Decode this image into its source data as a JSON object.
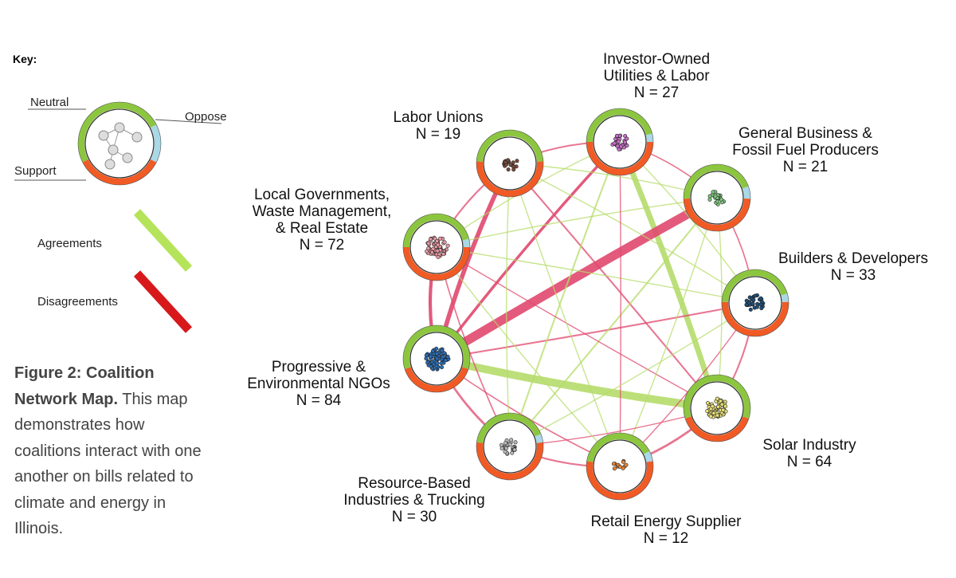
{
  "key": {
    "title": "Key:",
    "neutral": "Neutral",
    "oppose": "Oppose",
    "support": "Support",
    "agreements": "Agreements",
    "disagreements": "Disagreements"
  },
  "caption": {
    "bold": "Figure 2: Coalition Network Map.",
    "text": " This map demonstrates how coalitions interact with one another on bills related to climate and energy in Illinois."
  },
  "colors": {
    "support": "#8cc63f",
    "oppose": "#f15a24",
    "neutral": "#a9d8e6",
    "agreement": "#b5dc6a",
    "disagreement": "#e0486e",
    "key_agreement": "#b5e35a",
    "key_disagreement": "#d7191c"
  },
  "nodes": [
    {
      "id": "labor",
      "lines": [
        "Labor Unions",
        "N = 19"
      ],
      "support": 0.48,
      "neutral": 0.0,
      "oppose": 0.52,
      "dot_color": "#7a4a3a",
      "n": 19
    },
    {
      "id": "iou",
      "lines": [
        "Investor-Owned",
        "Utilities & Labor",
        "N = 27"
      ],
      "support": 0.46,
      "neutral": 0.04,
      "oppose": 0.5,
      "dot_color": "#c86ec8",
      "n": 27
    },
    {
      "id": "gb",
      "lines": [
        "General Business &",
        "Fossil Fuel Producers",
        "N = 21"
      ],
      "support": 0.45,
      "neutral": 0.06,
      "oppose": 0.49,
      "dot_color": "#7fc77f",
      "n": 21
    },
    {
      "id": "builders",
      "lines": [
        "Builders & Developers",
        "N = 33"
      ],
      "support": 0.45,
      "neutral": 0.04,
      "oppose": 0.51,
      "dot_color": "#1f4e79",
      "n": 33
    },
    {
      "id": "solar",
      "lines": [
        "Solar Industry",
        "N = 64"
      ],
      "support": 0.6,
      "neutral": 0.0,
      "oppose": 0.4,
      "dot_color": "#e8e07a",
      "n": 64
    },
    {
      "id": "retail",
      "lines": [
        "Retail Energy Supplier",
        "N = 12"
      ],
      "support": 0.4,
      "neutral": 0.05,
      "oppose": 0.55,
      "dot_color": "#e8873a",
      "n": 12
    },
    {
      "id": "resource",
      "lines": [
        "Resource-Based",
        "Industries & Trucking",
        "N = 30"
      ],
      "support": 0.42,
      "neutral": 0.04,
      "oppose": 0.54,
      "dot_color": "#bbbbbb",
      "n": 30
    },
    {
      "id": "ngo",
      "lines": [
        "Progressive &",
        "Environmental NGOs",
        "N = 84"
      ],
      "support": 0.6,
      "neutral": 0.0,
      "oppose": 0.4,
      "dot_color": "#2a6db5",
      "n": 84
    },
    {
      "id": "local",
      "lines": [
        "Local Governments,",
        "Waste Management,",
        "& Real Estate",
        "N = 72"
      ],
      "support": 0.46,
      "neutral": 0.04,
      "oppose": 0.5,
      "dot_color": "#e79aa3",
      "n": 72
    }
  ],
  "edges": [
    {
      "from": "ngo",
      "to": "solar",
      "kind": "agreement",
      "weight": 7
    },
    {
      "from": "iou",
      "to": "solar",
      "kind": "agreement",
      "weight": 5
    },
    {
      "from": "ngo",
      "to": "gb",
      "kind": "disagreement",
      "weight": 8
    },
    {
      "from": "ngo",
      "to": "labor",
      "kind": "disagreement",
      "weight": 4
    },
    {
      "from": "ngo",
      "to": "iou",
      "kind": "disagreement",
      "weight": 2.5
    },
    {
      "from": "ngo",
      "to": "local",
      "kind": "disagreement",
      "weight": 3
    },
    {
      "from": "ngo",
      "to": "resource",
      "kind": "disagreement",
      "weight": 2
    },
    {
      "from": "ngo",
      "to": "builders",
      "kind": "disagreement",
      "weight": 1.5
    },
    {
      "from": "ngo",
      "to": "retail",
      "kind": "disagreement",
      "weight": 1.2
    },
    {
      "from": "labor",
      "to": "solar",
      "kind": "disagreement",
      "weight": 1.5
    },
    {
      "from": "iou",
      "to": "resource",
      "kind": "agreement",
      "weight": 1.5
    },
    {
      "from": "gb",
      "to": "resource",
      "kind": "agreement",
      "weight": 1.5
    },
    {
      "from": "labor",
      "to": "builders",
      "kind": "agreement",
      "weight": 1
    },
    {
      "from": "local",
      "to": "gb",
      "kind": "agreement",
      "weight": 1
    },
    {
      "from": "local",
      "to": "iou",
      "kind": "agreement",
      "weight": 1
    },
    {
      "from": "builders",
      "to": "retail",
      "kind": "disagreement",
      "weight": 1
    },
    {
      "from": "solar",
      "to": "local",
      "kind": "disagreement",
      "weight": 1
    },
    {
      "from": "builders",
      "to": "local",
      "kind": "agreement",
      "weight": 1
    },
    {
      "from": "iou",
      "to": "retail",
      "kind": "disagreement",
      "weight": 1
    },
    {
      "from": "labor",
      "to": "retail",
      "kind": "agreement",
      "weight": 1
    },
    {
      "from": "gb",
      "to": "retail",
      "kind": "agreement",
      "weight": 1
    },
    {
      "from": "resource",
      "to": "solar",
      "kind": "disagreement",
      "weight": 1
    },
    {
      "from": "local",
      "to": "labor",
      "kind": "disagreement",
      "weight": 1.5
    },
    {
      "from": "labor",
      "to": "iou",
      "kind": "disagreement",
      "weight": 1.5
    },
    {
      "from": "iou",
      "to": "gb",
      "kind": "disagreement",
      "weight": 1.2
    },
    {
      "from": "gb",
      "to": "builders",
      "kind": "disagreement",
      "weight": 1.2
    },
    {
      "from": "builders",
      "to": "solar",
      "kind": "disagreement",
      "weight": 1.5
    },
    {
      "from": "solar",
      "to": "retail",
      "kind": "disagreement",
      "weight": 2
    },
    {
      "from": "retail",
      "to": "resource",
      "kind": "disagreement",
      "weight": 1.5
    },
    {
      "from": "resource",
      "to": "local",
      "kind": "disagreement",
      "weight": 1.2
    },
    {
      "from": "labor",
      "to": "gb",
      "kind": "agreement",
      "weight": 1
    },
    {
      "from": "local",
      "to": "retail",
      "kind": "agreement",
      "weight": 1
    },
    {
      "from": "resource",
      "to": "builders",
      "kind": "agreement",
      "weight": 1
    },
    {
      "from": "iou",
      "to": "builders",
      "kind": "agreement",
      "weight": 1
    },
    {
      "from": "gb",
      "to": "solar",
      "kind": "agreement",
      "weight": 1
    },
    {
      "from": "labor",
      "to": "resource",
      "kind": "agreement",
      "weight": 1
    }
  ]
}
